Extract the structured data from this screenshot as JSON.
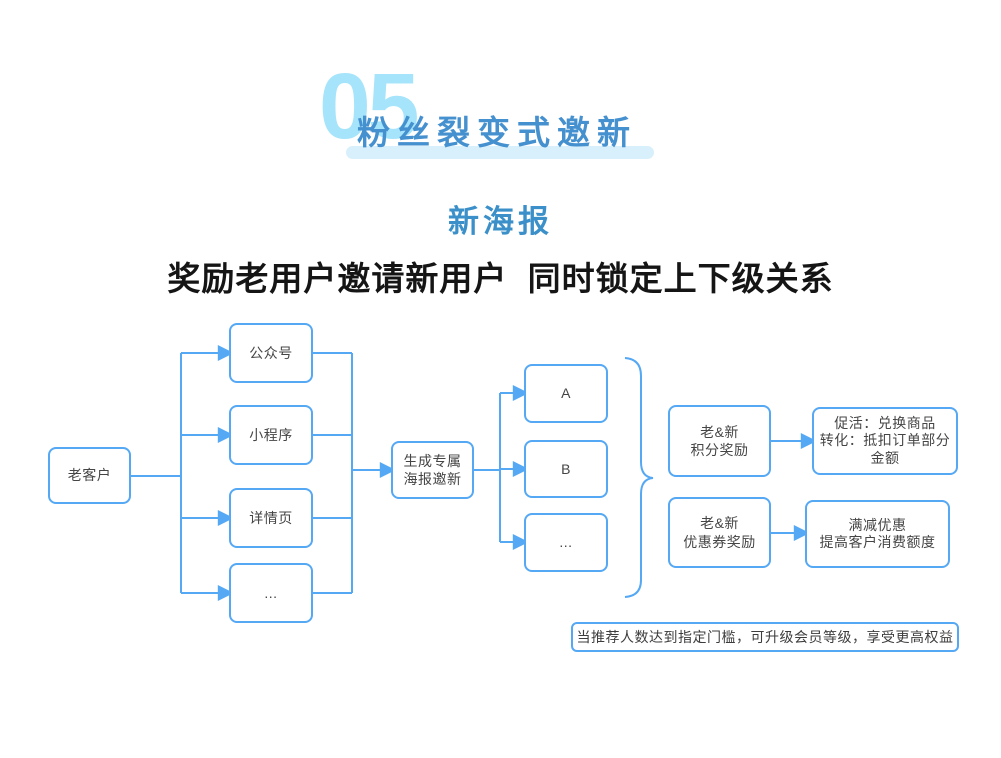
{
  "header": {
    "section_number": "05",
    "title": "粉丝裂变式邀新",
    "subtitle": "新海报",
    "description": "奖励老用户邀请新用户  同时锁定上下级关系"
  },
  "flow": {
    "source": "老客户",
    "channels": [
      "公众号",
      "小程序",
      "详情页",
      "..."
    ],
    "generator": {
      "line1": "生成专属",
      "line2": "海报邀新"
    },
    "posters": [
      "A",
      "B",
      "..."
    ],
    "rewards": [
      {
        "label_line1": "老&新",
        "label_line2": "积分奖励",
        "result": [
          "促活：兑换商品",
          "转化：抵扣订单部分",
          "金额"
        ]
      },
      {
        "label_line1": "老&新",
        "label_line2": "优惠券奖励",
        "result": [
          "满减优惠",
          "提高客户消费额度"
        ]
      }
    ],
    "note": "当推荐人数达到指定门槛，可升级会员等级，享受更高权益"
  },
  "colors": {
    "section_number": "#A5E4FA",
    "title_blue": "#4590CF",
    "subtitle_blue": "#3B90C9",
    "highlight_bar": "#D8F0FB",
    "line_blue": "#55A8F4",
    "box_text": "#454545"
  }
}
